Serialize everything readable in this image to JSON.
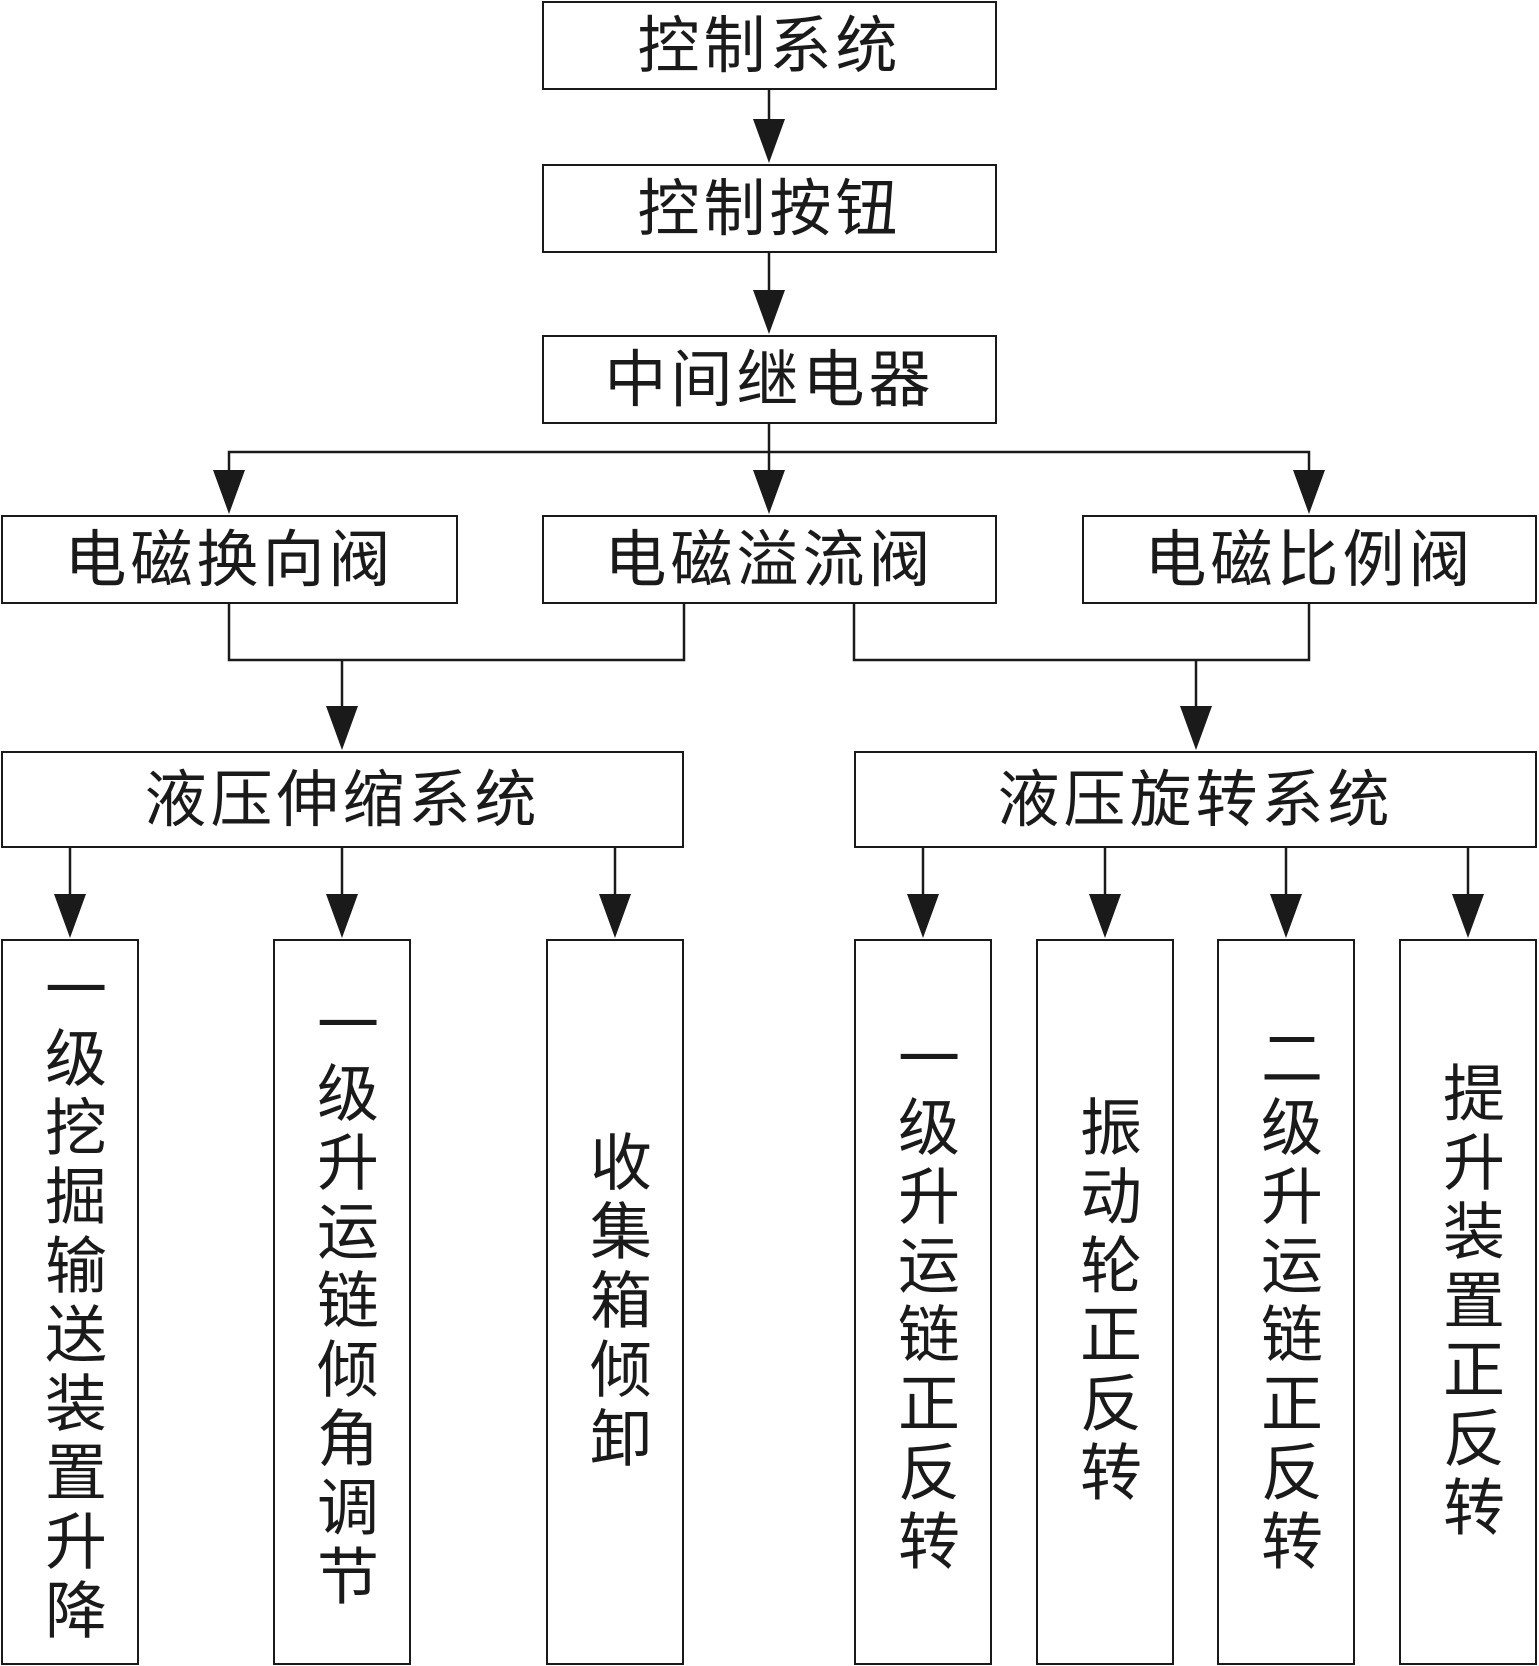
{
  "diagram": {
    "nodes": {
      "control_system": "控制系统",
      "control_button": "控制按钮",
      "intermediate_relay": "中间继电器",
      "solenoid_directional_valve": "电磁换向阀",
      "solenoid_overflow_valve": "电磁溢流阀",
      "solenoid_proportional_valve": "电磁比例阀",
      "hydraulic_telescopic_system": "液压伸缩系统",
      "hydraulic_rotary_system": "液压旋转系统",
      "outputs": [
        "一级挖掘输送装置升降",
        "一级升运链倾角调节",
        "收集箱倾卸",
        "一级升运链正反转",
        "振动轮正反转",
        "二级升运链正反转",
        "提升装置正反转"
      ]
    },
    "edges": [
      [
        "control_system",
        "control_button"
      ],
      [
        "control_button",
        "intermediate_relay"
      ],
      [
        "intermediate_relay",
        "solenoid_directional_valve"
      ],
      [
        "intermediate_relay",
        "solenoid_overflow_valve"
      ],
      [
        "intermediate_relay",
        "solenoid_proportional_valve"
      ],
      [
        "solenoid_directional_valve",
        "hydraulic_telescopic_system"
      ],
      [
        "solenoid_overflow_valve",
        "hydraulic_telescopic_system"
      ],
      [
        "solenoid_overflow_valve",
        "hydraulic_rotary_system"
      ],
      [
        "solenoid_proportional_valve",
        "hydraulic_rotary_system"
      ],
      [
        "hydraulic_telescopic_system",
        "outputs.0"
      ],
      [
        "hydraulic_telescopic_system",
        "outputs.1"
      ],
      [
        "hydraulic_telescopic_system",
        "outputs.2"
      ],
      [
        "hydraulic_rotary_system",
        "outputs.3"
      ],
      [
        "hydraulic_rotary_system",
        "outputs.4"
      ],
      [
        "hydraulic_rotary_system",
        "outputs.5"
      ],
      [
        "hydraulic_rotary_system",
        "outputs.6"
      ]
    ]
  }
}
